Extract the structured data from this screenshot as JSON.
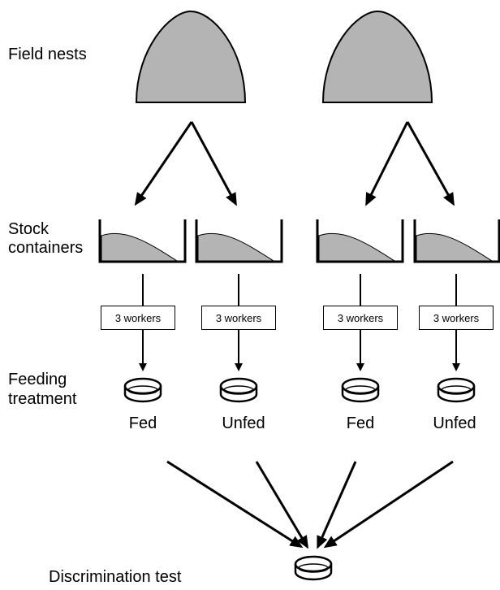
{
  "labels": {
    "field_nests": "Field nests",
    "stock_line1": "Stock",
    "stock_line2": "containers",
    "feeding_line1": "Feeding",
    "feeding_line2": "treatment",
    "discrimination": "Discrimination test"
  },
  "boxes": [
    "3 workers",
    "3 workers",
    "3 workers",
    "3 workers"
  ],
  "treatments": [
    "Fed",
    "Unfed",
    "Fed",
    "Unfed"
  ],
  "colors": {
    "fill": "#b4b4b4",
    "stroke": "#000000"
  }
}
